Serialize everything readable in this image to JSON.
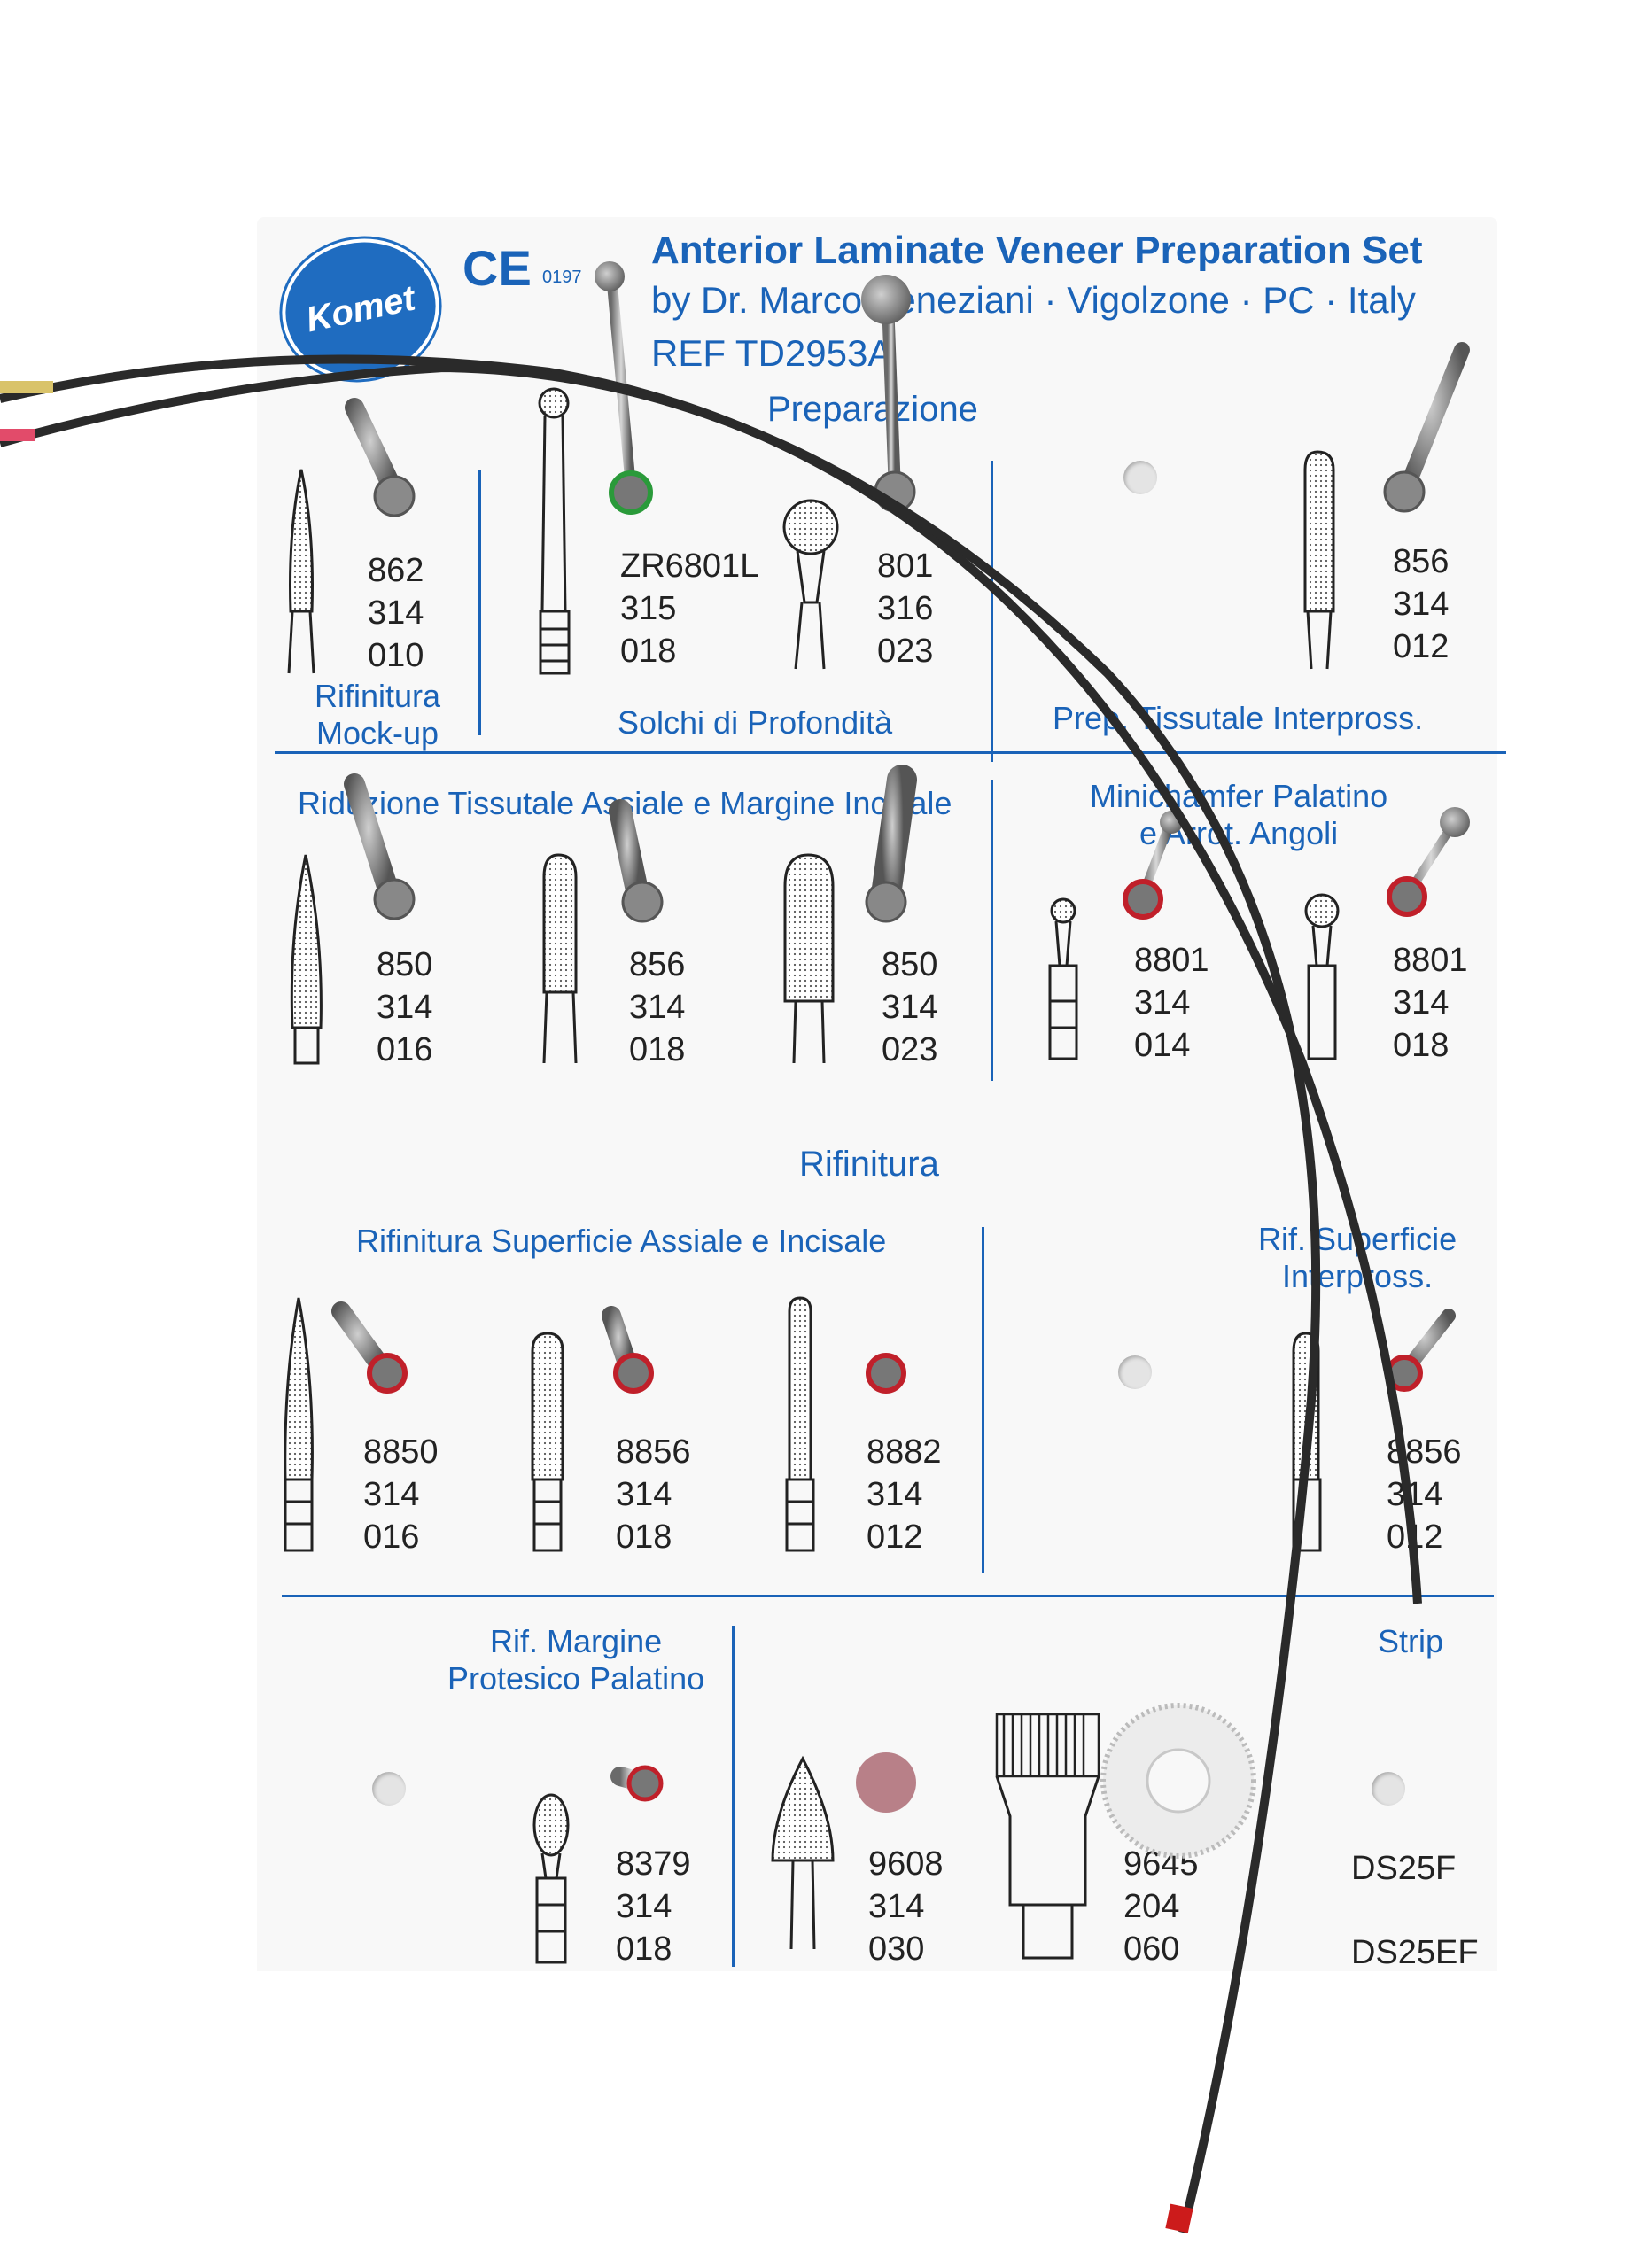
{
  "brand": {
    "logo_text": "Komet",
    "ce_mark": "CE",
    "ce_number": "0197"
  },
  "header": {
    "title": "Anterior Laminate Veneer Preparation Set",
    "byline": "by Dr. Marco Veneziani · Vigolzone · PC · Italy",
    "ref": "REF TD2953A"
  },
  "top_section": {
    "heading": "Preparazione",
    "groups": [
      {
        "label_line1": "Rifinitura",
        "label_line2": "Mock-up"
      },
      {
        "label": "Solchi di Profondità"
      },
      {
        "label": "Prep. Tissutale Interpross."
      }
    ],
    "burs": [
      {
        "lines": [
          "862",
          "314",
          "010"
        ]
      },
      {
        "lines": [
          "ZR6801L",
          "315",
          "018"
        ]
      },
      {
        "lines": [
          "801",
          "316",
          "023"
        ]
      },
      {
        "lines": [
          "856",
          "314",
          "012"
        ]
      }
    ]
  },
  "middle_section": {
    "group_left": "Riduzione Tissutale Assiale e Margine Incisale",
    "group_right_line1": "Minichamfer Palatino",
    "group_right_line2": "e Arrot. Angoli",
    "burs": [
      {
        "lines": [
          "850",
          "314",
          "016"
        ]
      },
      {
        "lines": [
          "856",
          "314",
          "018"
        ]
      },
      {
        "lines": [
          "850",
          "314",
          "023"
        ]
      },
      {
        "lines": [
          "8801",
          "314",
          "014"
        ]
      },
      {
        "lines": [
          "8801",
          "314",
          "018"
        ]
      }
    ]
  },
  "finishing_section": {
    "heading": "Rifinitura",
    "group_left": "Rifinitura Superficie Assiale e Incisale",
    "group_right_line1": "Rif. Superficie",
    "group_right_line2": "Interpross.",
    "burs": [
      {
        "lines": [
          "8850",
          "314",
          "016"
        ]
      },
      {
        "lines": [
          "8856",
          "314",
          "018"
        ]
      },
      {
        "lines": [
          "8882",
          "314",
          "012"
        ]
      },
      {
        "lines": [
          "8856",
          "314",
          "012"
        ]
      }
    ]
  },
  "bottom_section": {
    "group_left_line1": "Rif. Margine",
    "group_left_line2": "Protesico Palatino",
    "group_right": "Strip",
    "burs": [
      {
        "lines": [
          "8379",
          "314",
          "018"
        ]
      },
      {
        "lines": [
          "9608",
          "314",
          "030"
        ]
      },
      {
        "lines": [
          "9645",
          "204",
          "060"
        ]
      }
    ],
    "strips": [
      "DS25F",
      "DS25EF"
    ]
  },
  "colors": {
    "accent_blue": "#1a63b8",
    "ring_red": "#c0202a",
    "ring_green": "#2a9a3a",
    "polisher_pink": "#b88088"
  }
}
